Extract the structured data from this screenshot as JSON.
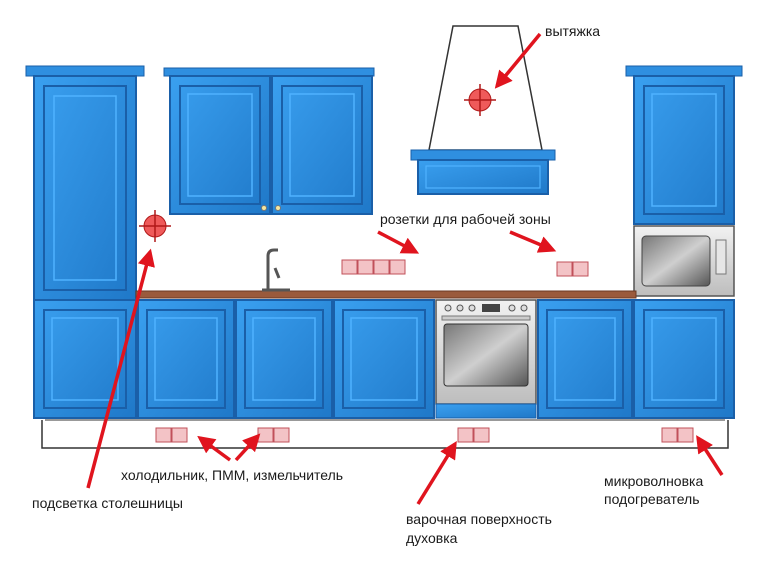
{
  "labels": {
    "hood": "вытяжка",
    "work_sockets": "розетки для рабочей зоны",
    "appliances": "холодильник, ПММ, измельчитель",
    "counter_light": "подсветка столешницы",
    "hob_line1": "варочная поверхность",
    "hob_line2": "духовка",
    "micro_line1": "микроволновка",
    "micro_line2": "подогреватель"
  },
  "colors": {
    "cabinet": "#2f8fe0",
    "cabinet_dark": "#1a5fa8",
    "countertop": "#9a5a3c",
    "arrow": "#e0141e",
    "socket": "#f3c3c6",
    "socket_edge": "#c0505a"
  }
}
